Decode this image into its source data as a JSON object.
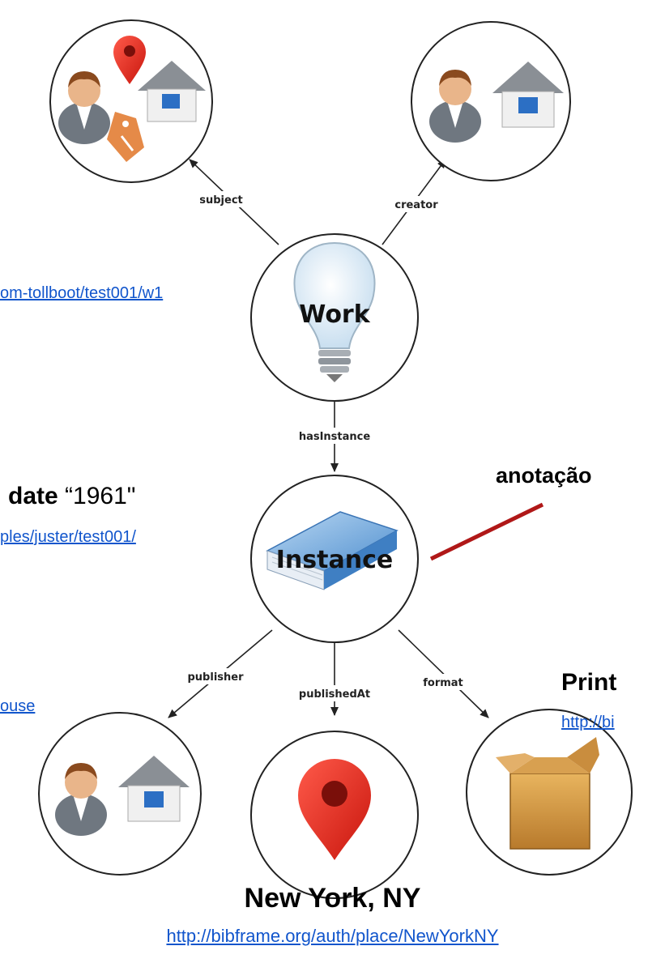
{
  "nodes": {
    "work": "Work",
    "instance": "Instance"
  },
  "edges": {
    "subject": "subject",
    "creator": "creator",
    "has_instance": "hasInstance",
    "publisher": "publisher",
    "published_at": "publishedAt",
    "format": "format"
  },
  "annotations": {
    "work_uri": "om-tollboot/test001/w1",
    "date_label": "date",
    "date_value": "“1961\"",
    "instance_uri": "ples/juster/test001/",
    "anotacao": "anotação",
    "publisher_uri": "ouse",
    "print_label": "Print",
    "print_uri": "http://bi",
    "place_label": "New York, NY",
    "place_uri": "http://bibframe.org/auth/place/NewYorkNY"
  },
  "colors": {
    "arrow": "#222222",
    "annotation_line": "#b01818",
    "link": "#1155cc"
  }
}
